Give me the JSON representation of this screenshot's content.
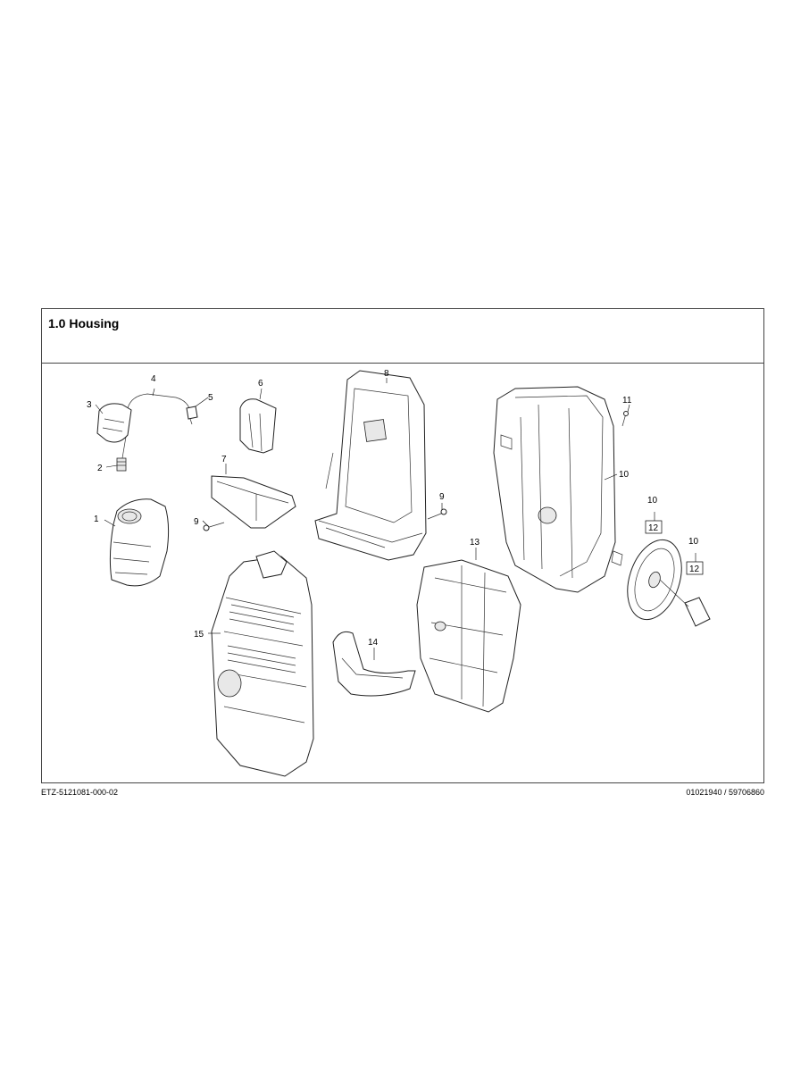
{
  "header": {
    "title": "1.0 Housing"
  },
  "footer": {
    "left_code": "ETZ-5121081-000-02",
    "right_code": "01021940 / 59706860"
  },
  "callouts": {
    "c1": "1",
    "c2": "2",
    "c3": "3",
    "c4": "4",
    "c5": "5",
    "c6": "6",
    "c7": "7",
    "c8": "8",
    "c9a": "9",
    "c9b": "9",
    "c10a": "10",
    "c10b": "10",
    "c10c": "10",
    "c11": "11",
    "c12a": "12",
    "c12b": "12",
    "c13": "13",
    "c14": "14",
    "c15": "15"
  }
}
